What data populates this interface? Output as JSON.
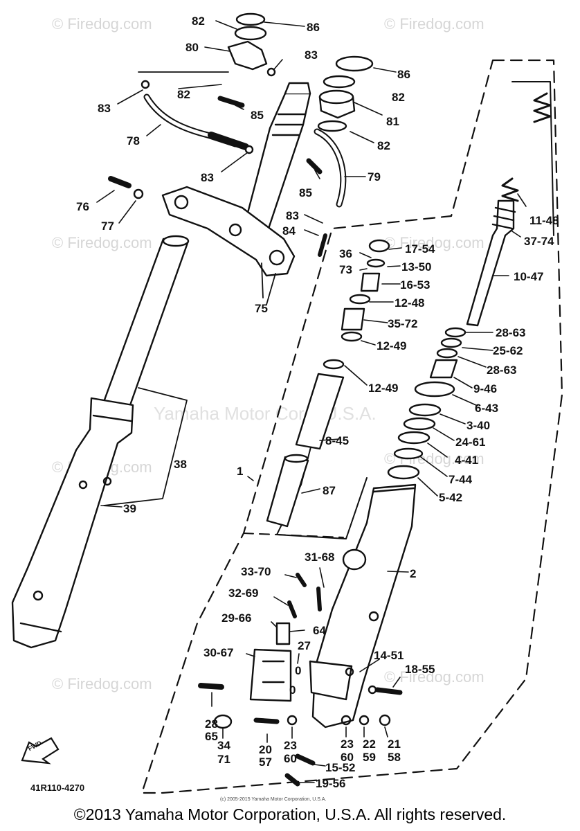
{
  "watermarks": {
    "firedog": "© Firedog.com",
    "center": "Yamaha Motor Corp, U.S.A."
  },
  "diagram_code": "41R110-4270",
  "fwd_label": "FWD",
  "small_copyright": "(c) 2005-2015 Yamaha Motor Corporation, U.S.A.",
  "copyright": "©2013 Yamaha Motor Corporation, U.S.A. All rights reserved.",
  "labels": {
    "l82a": "82",
    "l86a": "86",
    "l80": "80",
    "l83a": "83",
    "l86b": "86",
    "l82b": "82",
    "l83b": "83",
    "l82c": "82",
    "l85a": "85",
    "l81": "81",
    "l78": "78",
    "l82d": "82",
    "l83c": "83",
    "l79": "79",
    "l85b": "85",
    "l76": "76",
    "l77": "77",
    "l83d": "83",
    "l84": "84",
    "l1148": "11-48",
    "l3774": "37-74",
    "l36": "36",
    "l1754": "17-54",
    "l73": "73",
    "l1350": "13-50",
    "l1047": "10-47",
    "l1653": "16-53",
    "l75": "75",
    "l1248a": "12-48",
    "l3572": "35-72",
    "l2863a": "28-63",
    "l2562": "25-62",
    "l1249a": "12-49",
    "l2863b": "28-63",
    "l1249b": "12-49",
    "l946": "9-46",
    "l643": "6-43",
    "l340": "3-40",
    "l2461": "24-61",
    "l38": "38",
    "l845": "8-45",
    "l441": "4-41",
    "l1": "1",
    "l744": "7-44",
    "l87": "87",
    "l542": "5-42",
    "l39": "39",
    "l3168": "31-68",
    "l2": "2",
    "l3370": "33-70",
    "l3269": "32-69",
    "l2966": "29-66",
    "l64": "64",
    "l27": "27",
    "l3067": "30-67",
    "l1451": "14-51",
    "l1855": "18-55",
    "l0a": "0",
    "l0b": "0",
    "l28": "28",
    "l65": "65",
    "l34": "34",
    "l71": "71",
    "l20": "20",
    "l57": "57",
    "l23a": "23",
    "l60a": "60",
    "l23b": "23",
    "l60b": "60",
    "l22": "22",
    "l59": "59",
    "l21": "21",
    "l58": "58",
    "l1552": "15-52",
    "l1956": "19-56"
  }
}
